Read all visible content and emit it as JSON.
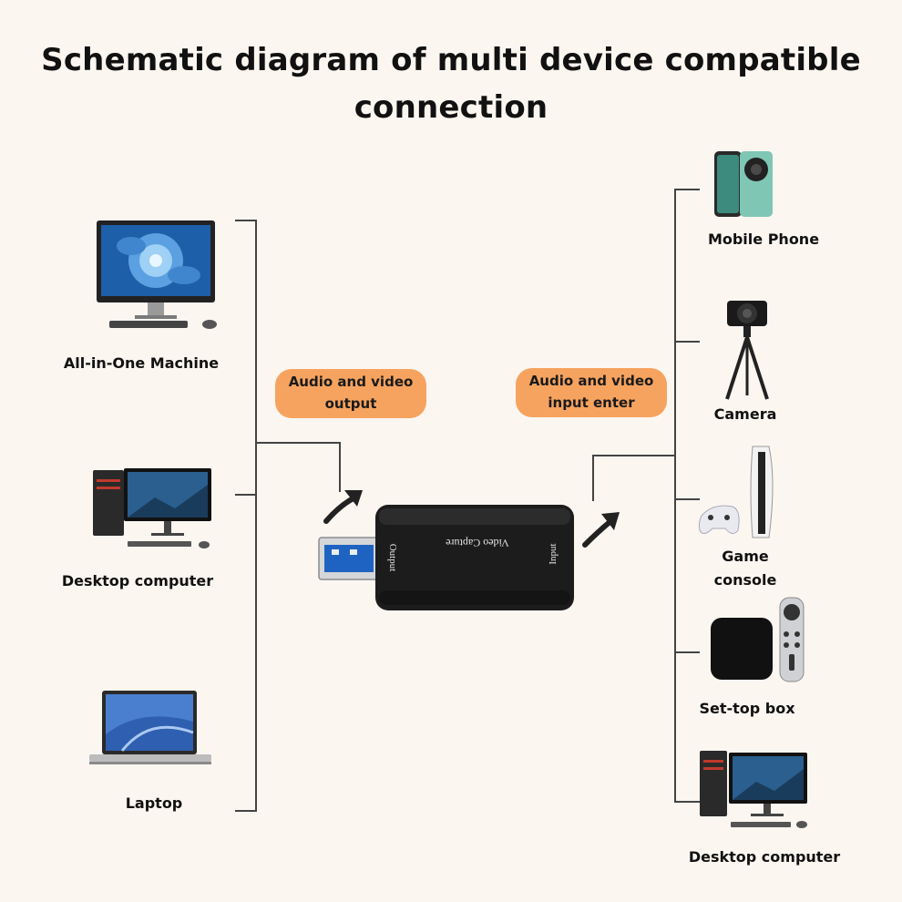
{
  "title": {
    "line1": "Schematic diagram of multi device compatible",
    "line2": "connection"
  },
  "left_devices": [
    {
      "label": "All-in-One Machine",
      "icon": "all-in-one-icon"
    },
    {
      "label": "Desktop computer",
      "icon": "desktop-computer-icon"
    },
    {
      "label": "Laptop",
      "icon": "laptop-icon"
    }
  ],
  "right_devices": [
    {
      "label": "Mobile Phone",
      "icon": "mobile-phone-icon"
    },
    {
      "label": "Camera",
      "icon": "camera-icon"
    },
    {
      "label_line1": "Game",
      "label_line2": "console",
      "icon": "game-console-icon"
    },
    {
      "label": "Set-top box",
      "icon": "set-top-box-icon"
    },
    {
      "label": "Desktop computer",
      "icon": "desktop-computer-icon"
    }
  ],
  "pills": {
    "output": {
      "line1": "Audio and video",
      "line2": "output"
    },
    "input": {
      "line1": "Audio and video",
      "line2": "input enter"
    }
  },
  "device": {
    "name": "Video Capture",
    "port_output": "Output",
    "port_input": "Input"
  },
  "colors": {
    "background": "#fcf6f1",
    "pill": "#f6a35f",
    "line": "#444444"
  }
}
